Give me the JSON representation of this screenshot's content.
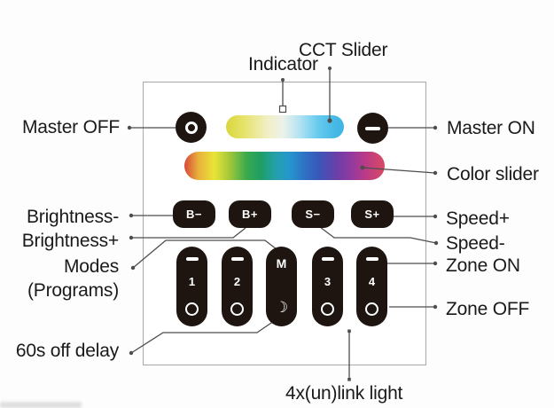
{
  "colors": {
    "background": "#fdfdfd",
    "button": "#1e1511",
    "panel_border": "#a9a9a9",
    "line": "#4d4d4d",
    "label_text": "#1a1a1a",
    "cct_gradient": [
      "#d9d63c 0%",
      "#e6e36a 15%",
      "#f1efc4 35%",
      "#edf2e9 48%",
      "#b5e3f2 62%",
      "#66cbee 78%",
      "#47b9e5 92%",
      "#3fb4e3 100%"
    ],
    "color_gradient": [
      "#d8483a 0%",
      "#e8b23a 7%",
      "#e9e438 15%",
      "#9ec63a 23%",
      "#3aaa4e 31%",
      "#1f9e63 38%",
      "#23a0a8 45%",
      "#2597cc 52%",
      "#2f72c5 60%",
      "#3957b8 67%",
      "#6a3fa8 76%",
      "#9139a0 83%",
      "#b83a88 90%",
      "#da4a64 100%"
    ]
  },
  "callouts": {
    "cct_slider": "CCT Slider",
    "indicator": "Indicator",
    "master_off": "Master OFF",
    "master_on": "Master ON",
    "color_slider": "Color slider",
    "brightness_minus": "Brightness-",
    "brightness_plus": "Brightness+",
    "speed_plus": "Speed+",
    "speed_minus": "Speed-",
    "modes": "Modes",
    "modes_sub": "(Programs)",
    "zone_on": "Zone ON",
    "zone_off": "Zone OFF",
    "off_delay": "60s off delay",
    "link_light": "4x(un)link light"
  },
  "panel": {
    "row1_buttons": [
      {
        "label": "B−"
      },
      {
        "label": "B+"
      },
      {
        "label": "S−"
      },
      {
        "label": "S+"
      }
    ],
    "zone_buttons": [
      {
        "number": "1"
      },
      {
        "number": "2"
      },
      {
        "number": "3"
      },
      {
        "number": "4"
      }
    ],
    "mode_button": {
      "label": "M",
      "moon": "☽"
    },
    "icons": {
      "master_off": "circle-outline",
      "master_on": "minus-bar",
      "zone_top": "minus-bar",
      "zone_bottom": "circle-outline",
      "mode_bottom": "crescent-moon",
      "indicator_marker": "small-square"
    }
  }
}
